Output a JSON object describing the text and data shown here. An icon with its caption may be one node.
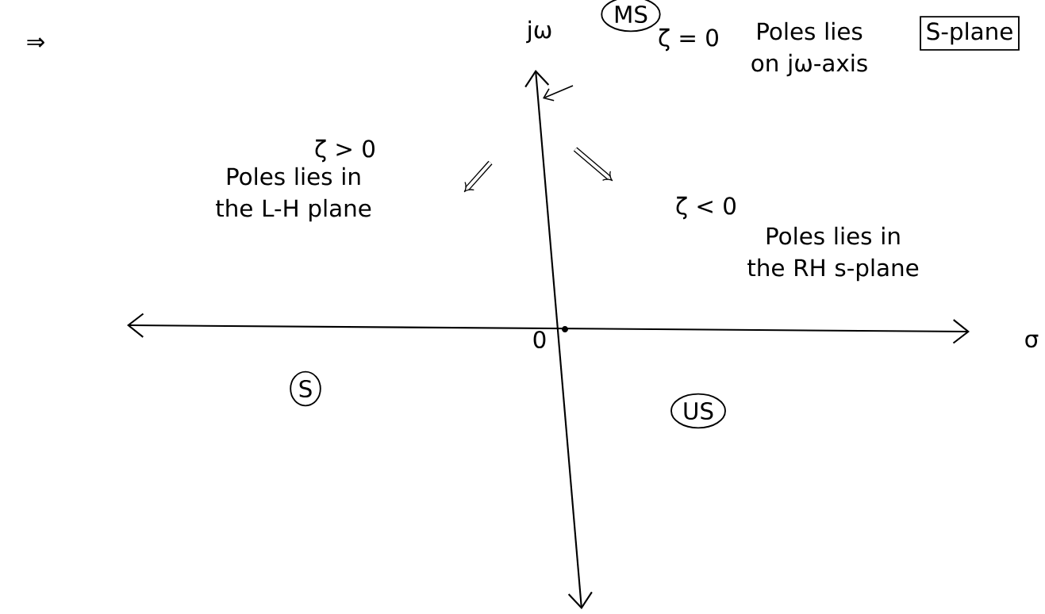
{
  "diagram": {
    "nodes": [
      {
        "text": [
          "MS"
        ]
      },
      {
        "text": [
          "S-plane"
        ]
      },
      {
        "text": [
          "S"
        ]
      },
      {
        "text": [
          "US"
        ]
      }
    ],
    "labels": [
      "⇒",
      "jω",
      "ζ = 0",
      "Poles lies on jω-axis",
      "ζ > 0",
      "Poles lies in the L-H plane",
      "ζ < 0",
      "Poles lies in the RH s-plane",
      "0",
      "σ"
    ]
  }
}
